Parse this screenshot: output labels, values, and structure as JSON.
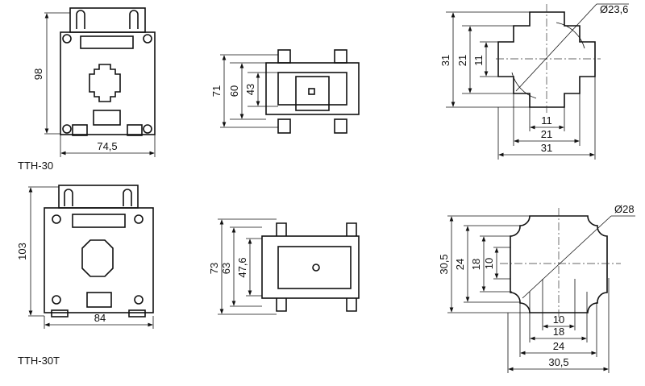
{
  "models": [
    {
      "name": "TTH-30",
      "front": {
        "height": "98",
        "width": "74,5"
      },
      "side": {
        "d1": "71",
        "d2": "60",
        "d3": "43"
      },
      "window": {
        "diameter": "Ø23,6",
        "v": [
          "31",
          "21",
          "11"
        ],
        "h": [
          "11",
          "21",
          "31"
        ]
      }
    },
    {
      "name": "TTH-30T",
      "front": {
        "height": "103",
        "width": "84"
      },
      "side": {
        "d1": "73",
        "d2": "63",
        "d3": "47,6"
      },
      "window": {
        "diameter": "Ø28",
        "v": [
          "30,5",
          "24",
          "18",
          "10"
        ],
        "h": [
          "10",
          "18",
          "24",
          "30,5"
        ]
      }
    }
  ]
}
